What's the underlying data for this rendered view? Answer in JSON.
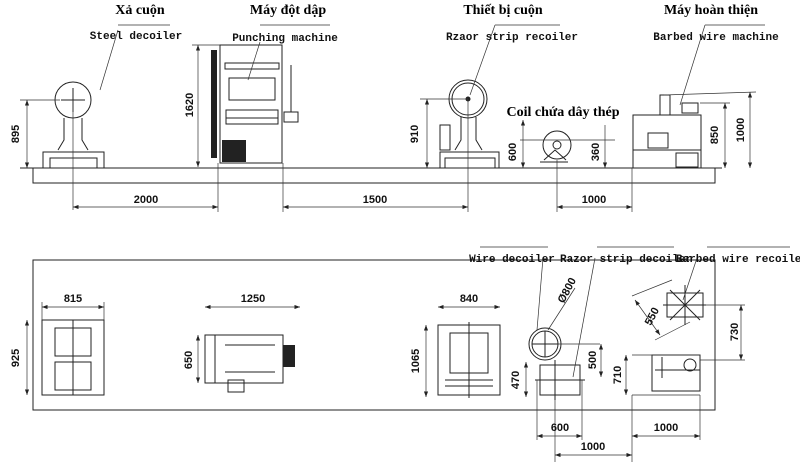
{
  "side_view": {
    "labels": {
      "decoiler_vn": "Xả cuộn",
      "decoiler_en": "Steel decoiler",
      "punch_vn": "Máy đột dập",
      "punch_en": "Punching machine",
      "recoiler_vn": "Thiết bị cuộn",
      "recoiler_en": "Rzaor strip recoiler",
      "finish_vn": "Máy hoàn thiện",
      "finish_en": "Barbed wire machine",
      "coil_vn": "Coil chứa dây thép"
    },
    "dims": {
      "decoiler_height": "895",
      "punch_height": "1620",
      "recoiler_height": "910",
      "coil_height": "600",
      "coil_center": "360",
      "machine_table": "850",
      "machine_height": "1000",
      "gap_decoiler_punch": "2000",
      "gap_punch_recoiler": "1500",
      "gap_coil_machine": "1000"
    }
  },
  "top_view": {
    "labels": {
      "wire_decoiler": "Wire decoiler",
      "razor_decoiler": "Razor strip decoiler",
      "barbed_recoiler": "Barbed wire recoiler"
    },
    "dims": {
      "decoiler_width": "815",
      "decoiler_depth": "925",
      "punch_width": "1250",
      "punch_depth": "650",
      "recoiler_width": "840",
      "recoiler_depth": "1065",
      "wheel_diameter": "Ø800",
      "d470": "470",
      "d500": "500",
      "d710": "710",
      "d730": "730",
      "d550": "550",
      "d600": "600",
      "d1000_a": "1000",
      "d1000_b": "1000"
    }
  }
}
